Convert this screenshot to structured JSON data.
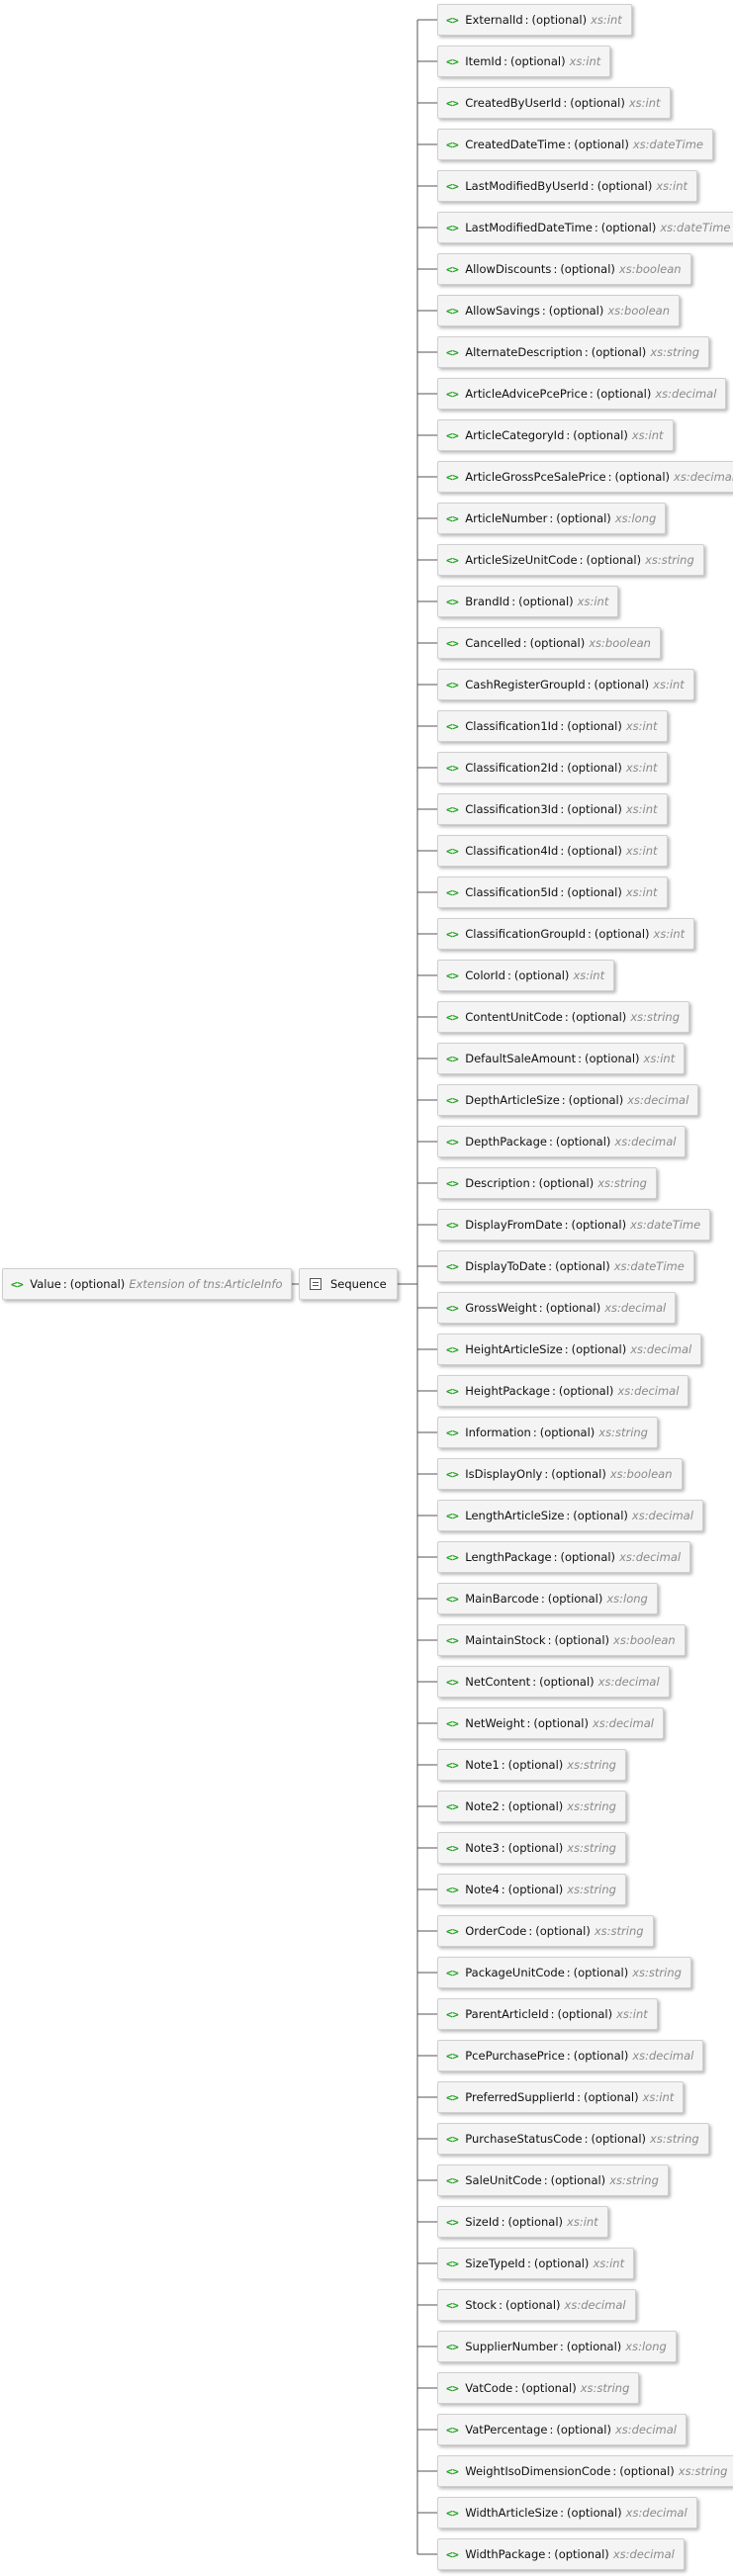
{
  "root": {
    "name": "Value",
    "optional": "(optional)",
    "type": "Extension of tns:ArticleInfo"
  },
  "sequence": {
    "label": "Sequence"
  },
  "elements": [
    {
      "name": "ExternalId",
      "optional": "(optional)",
      "type": "xs:int"
    },
    {
      "name": "ItemId",
      "optional": "(optional)",
      "type": "xs:int"
    },
    {
      "name": "CreatedByUserId",
      "optional": "(optional)",
      "type": "xs:int"
    },
    {
      "name": "CreatedDateTime",
      "optional": "(optional)",
      "type": "xs:dateTime"
    },
    {
      "name": "LastModifiedByUserId",
      "optional": "(optional)",
      "type": "xs:int"
    },
    {
      "name": "LastModifiedDateTime",
      "optional": "(optional)",
      "type": "xs:dateTime"
    },
    {
      "name": "AllowDiscounts",
      "optional": "(optional)",
      "type": "xs:boolean"
    },
    {
      "name": "AllowSavings",
      "optional": "(optional)",
      "type": "xs:boolean"
    },
    {
      "name": "AlternateDescription",
      "optional": "(optional)",
      "type": "xs:string"
    },
    {
      "name": "ArticleAdvicePcePrice",
      "optional": "(optional)",
      "type": "xs:decimal"
    },
    {
      "name": "ArticleCategoryId",
      "optional": "(optional)",
      "type": "xs:int"
    },
    {
      "name": "ArticleGrossPceSalePrice",
      "optional": "(optional)",
      "type": "xs:decimal"
    },
    {
      "name": "ArticleNumber",
      "optional": "(optional)",
      "type": "xs:long"
    },
    {
      "name": "ArticleSizeUnitCode",
      "optional": "(optional)",
      "type": "xs:string"
    },
    {
      "name": "BrandId",
      "optional": "(optional)",
      "type": "xs:int"
    },
    {
      "name": "Cancelled",
      "optional": "(optional)",
      "type": "xs:boolean"
    },
    {
      "name": "CashRegisterGroupId",
      "optional": "(optional)",
      "type": "xs:int"
    },
    {
      "name": "Classification1Id",
      "optional": "(optional)",
      "type": "xs:int"
    },
    {
      "name": "Classification2Id",
      "optional": "(optional)",
      "type": "xs:int"
    },
    {
      "name": "Classification3Id",
      "optional": "(optional)",
      "type": "xs:int"
    },
    {
      "name": "Classification4Id",
      "optional": "(optional)",
      "type": "xs:int"
    },
    {
      "name": "Classification5Id",
      "optional": "(optional)",
      "type": "xs:int"
    },
    {
      "name": "ClassificationGroupId",
      "optional": "(optional)",
      "type": "xs:int"
    },
    {
      "name": "ColorId",
      "optional": "(optional)",
      "type": "xs:int"
    },
    {
      "name": "ContentUnitCode",
      "optional": "(optional)",
      "type": "xs:string"
    },
    {
      "name": "DefaultSaleAmount",
      "optional": "(optional)",
      "type": "xs:int"
    },
    {
      "name": "DepthArticleSize",
      "optional": "(optional)",
      "type": "xs:decimal"
    },
    {
      "name": "DepthPackage",
      "optional": "(optional)",
      "type": "xs:decimal"
    },
    {
      "name": "Description",
      "optional": "(optional)",
      "type": "xs:string"
    },
    {
      "name": "DisplayFromDate",
      "optional": "(optional)",
      "type": "xs:dateTime"
    },
    {
      "name": "DisplayToDate",
      "optional": "(optional)",
      "type": "xs:dateTime"
    },
    {
      "name": "GrossWeight",
      "optional": "(optional)",
      "type": "xs:decimal"
    },
    {
      "name": "HeightArticleSize",
      "optional": "(optional)",
      "type": "xs:decimal"
    },
    {
      "name": "HeightPackage",
      "optional": "(optional)",
      "type": "xs:decimal"
    },
    {
      "name": "Information",
      "optional": "(optional)",
      "type": "xs:string"
    },
    {
      "name": "IsDisplayOnly",
      "optional": "(optional)",
      "type": "xs:boolean"
    },
    {
      "name": "LengthArticleSize",
      "optional": "(optional)",
      "type": "xs:decimal"
    },
    {
      "name": "LengthPackage",
      "optional": "(optional)",
      "type": "xs:decimal"
    },
    {
      "name": "MainBarcode",
      "optional": "(optional)",
      "type": "xs:long"
    },
    {
      "name": "MaintainStock",
      "optional": "(optional)",
      "type": "xs:boolean"
    },
    {
      "name": "NetContent",
      "optional": "(optional)",
      "type": "xs:decimal"
    },
    {
      "name": "NetWeight",
      "optional": "(optional)",
      "type": "xs:decimal"
    },
    {
      "name": "Note1",
      "optional": "(optional)",
      "type": "xs:string"
    },
    {
      "name": "Note2",
      "optional": "(optional)",
      "type": "xs:string"
    },
    {
      "name": "Note3",
      "optional": "(optional)",
      "type": "xs:string"
    },
    {
      "name": "Note4",
      "optional": "(optional)",
      "type": "xs:string"
    },
    {
      "name": "OrderCode",
      "optional": "(optional)",
      "type": "xs:string"
    },
    {
      "name": "PackageUnitCode",
      "optional": "(optional)",
      "type": "xs:string"
    },
    {
      "name": "ParentArticleId",
      "optional": "(optional)",
      "type": "xs:int"
    },
    {
      "name": "PcePurchasePrice",
      "optional": "(optional)",
      "type": "xs:decimal"
    },
    {
      "name": "PreferredSupplierId",
      "optional": "(optional)",
      "type": "xs:int"
    },
    {
      "name": "PurchaseStatusCode",
      "optional": "(optional)",
      "type": "xs:string"
    },
    {
      "name": "SaleUnitCode",
      "optional": "(optional)",
      "type": "xs:string"
    },
    {
      "name": "SizeId",
      "optional": "(optional)",
      "type": "xs:int"
    },
    {
      "name": "SizeTypeId",
      "optional": "(optional)",
      "type": "xs:int"
    },
    {
      "name": "Stock",
      "optional": "(optional)",
      "type": "xs:decimal"
    },
    {
      "name": "SupplierNumber",
      "optional": "(optional)",
      "type": "xs:long"
    },
    {
      "name": "VatCode",
      "optional": "(optional)",
      "type": "xs:string"
    },
    {
      "name": "VatPercentage",
      "optional": "(optional)",
      "type": "xs:decimal"
    },
    {
      "name": "WeightIsoDimensionCode",
      "optional": "(optional)",
      "type": "xs:string"
    },
    {
      "name": "WidthArticleSize",
      "optional": "(optional)",
      "type": "xs:decimal"
    },
    {
      "name": "WidthPackage",
      "optional": "(optional)",
      "type": "xs:decimal"
    }
  ]
}
